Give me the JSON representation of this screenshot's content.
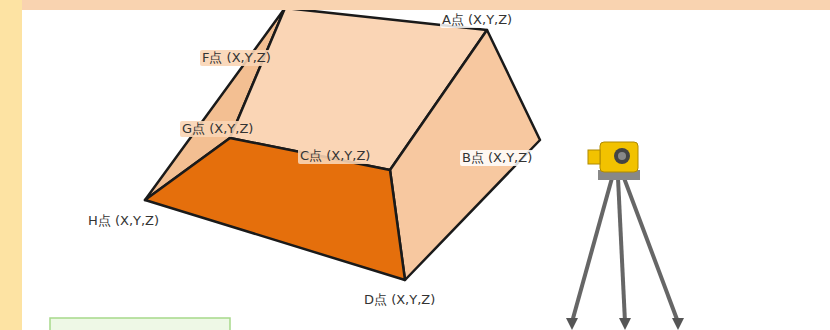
{
  "diagram": {
    "labels": [
      "A点 (X,Y,Z)",
      "F点 (X,Y,Z)",
      "G点 (X,Y,Z)",
      "C点 (X,Y,Z)",
      "B点 (X,Y,Z)",
      "H点 (X,Y,Z)",
      "D点 (X,Y,Z)"
    ]
  }
}
